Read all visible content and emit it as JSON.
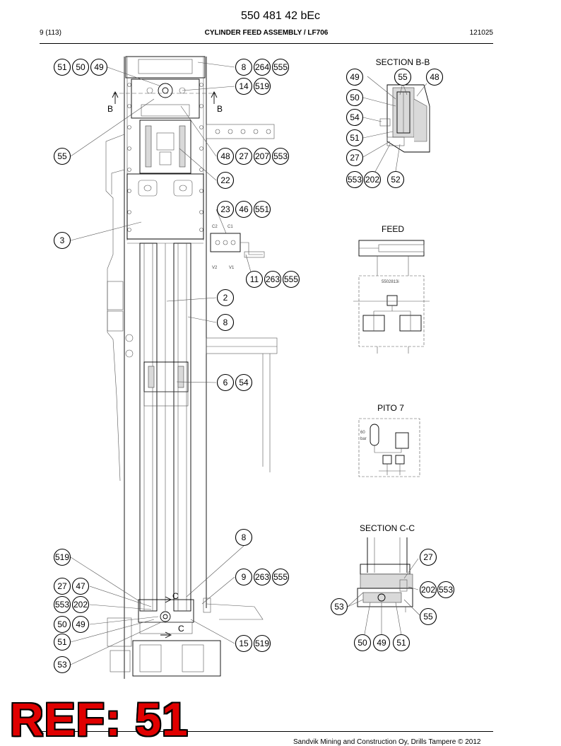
{
  "header": {
    "doc_number": "550 481 42 bEc",
    "page": "9 (113)",
    "title": "CYLINDER FEED ASSEMBLY / LF706",
    "date": "121025"
  },
  "sections": {
    "b": "SECTION B-B",
    "feed": "FEED",
    "pito": "PITO 7",
    "c": "SECTION C-C"
  },
  "section_marks": {
    "b": "B",
    "c": "C"
  },
  "schematic_labels": {
    "feed_code": "5502813i",
    "c2": "C2",
    "c1": "C1",
    "v2": "V2",
    "v1": "V1",
    "pito_value": "60",
    "pito_unit": "bar"
  },
  "callouts": {
    "main": [
      "51",
      "50",
      "49",
      "8",
      "264",
      "555",
      "14",
      "519",
      "55",
      "48",
      "27",
      "207",
      "553",
      "22",
      "23",
      "46",
      "551",
      "3",
      "11",
      "263",
      "555",
      "2",
      "8",
      "6",
      "54",
      "8",
      "519",
      "9",
      "263",
      "555",
      "27",
      "47",
      "553",
      "202",
      "50",
      "49",
      "51",
      "15",
      "519",
      "53"
    ],
    "section_b": [
      "49",
      "55",
      "48",
      "50",
      "54",
      "51",
      "27",
      "553",
      "202",
      "52"
    ],
    "section_c": [
      "27",
      "202",
      "553",
      "53",
      "55",
      "50",
      "49",
      "51"
    ]
  },
  "ref_stamp": "REF: 51",
  "footer": "Sandvik Mining and Construction Oy, Drills Tampere © 2012"
}
